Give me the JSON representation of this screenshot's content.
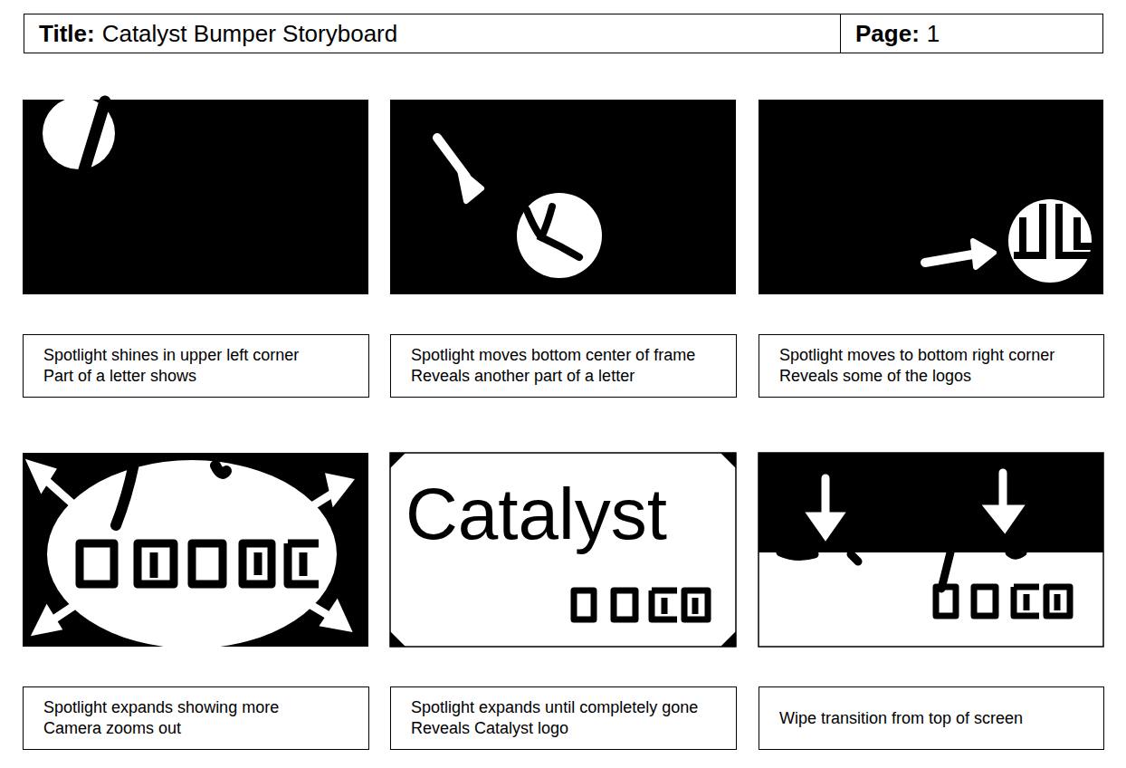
{
  "diagram": {
    "nodes": [
      {
        "text": [
          "Title:",
          "Catalyst Bumper Storyboard"
        ]
      },
      {
        "text": [
          "Page:",
          "1"
        ]
      },
      {
        "text": [
          "Spotlight shines in upper left corner",
          "Part of a letter shows"
        ]
      },
      {
        "text": [
          "Spotlight moves bottom center of frame",
          "Reveals another part of a letter"
        ]
      },
      {
        "text": [
          "Spotlight moves to bottom right corner",
          "Reveals some of the logos"
        ]
      },
      {
        "text": [
          "Spotlight expands showing more",
          "Camera zooms out"
        ]
      },
      {
        "text": [
          "Spotlight expands until completely gone",
          "Reveals Catalyst logo"
        ]
      },
      {
        "text": [
          "Wipe transition from top of screen"
        ]
      }
    ],
    "labels": [
      "Catalyst"
    ]
  }
}
